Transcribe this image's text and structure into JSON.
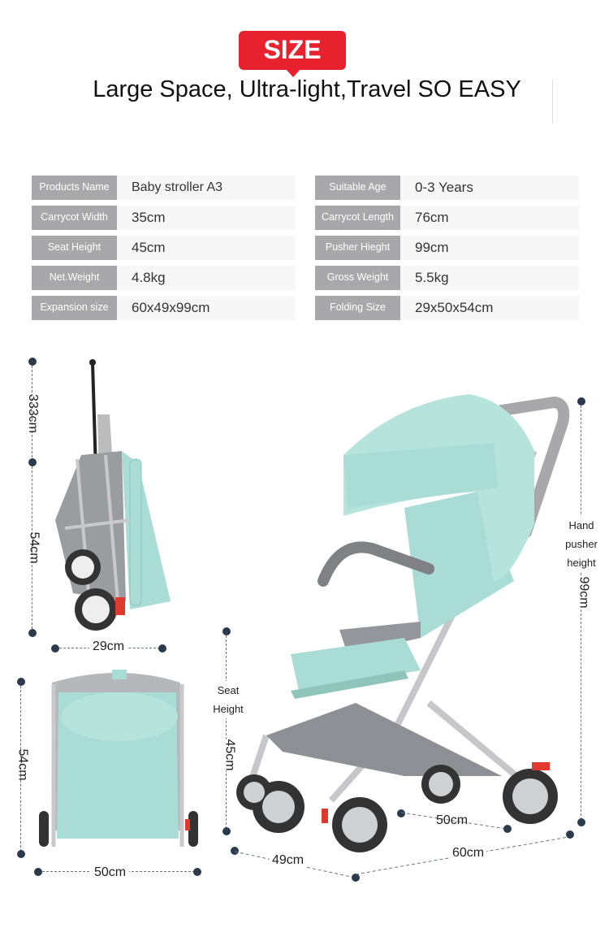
{
  "header": {
    "badge": "SIZE",
    "headline": "Large Space, Ultra-light,Travel SO EASY"
  },
  "specs": [
    {
      "key": "Products Name",
      "value": "Baby stroller A3"
    },
    {
      "key": "Suitable Age",
      "value": "0-3 Years"
    },
    {
      "key": "Carrycot Width",
      "value": "35cm"
    },
    {
      "key": "Carrycot Length",
      "value": "76cm"
    },
    {
      "key": "Seat  Height",
      "value": "45cm"
    },
    {
      "key": "Pusher Hieght",
      "value": "99cm"
    },
    {
      "key": "Net.Weight",
      "value": "4.8kg"
    },
    {
      "key": "Gross Weight",
      "value": "5.5kg"
    },
    {
      "key": "Expansion size",
      "value": "60x49x99cm"
    },
    {
      "key": "Folding Size",
      "value": "29x50x54cm"
    }
  ],
  "dimensions": {
    "folded_handle": "333cm",
    "folded_height": "54cm",
    "folded_depth": "29cm",
    "back_height": "54cm",
    "back_width": "50cm",
    "seat_height_label_1": "Seat",
    "seat_height_label_2": "Height",
    "seat_height": "45cm",
    "pusher_label_1": "Hand",
    "pusher_label_2": "pusher",
    "pusher_label_3": "height",
    "pusher_height": "99cm",
    "wheel_width": "50cm",
    "depth": "49cm",
    "length": "60cm"
  },
  "colors": {
    "accent": "#e8212e",
    "fabric": "#a9dcd4",
    "frame": "#b8b8bc",
    "label_bg": "#a8a8ab"
  }
}
